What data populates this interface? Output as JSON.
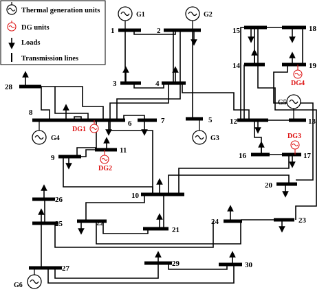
{
  "legend": {
    "thermal": "Thermal generation units",
    "dg": "DG units",
    "loads": "Loads",
    "lines": "Transmission lines"
  },
  "buses": {
    "b1": "1",
    "b2": "2",
    "b3": "3",
    "b4": "4",
    "b5": "5",
    "b6": "6",
    "b7": "7",
    "b8": "8",
    "b9": "9",
    "b10": "10",
    "b11": "11",
    "b12": "12",
    "b13": "13",
    "b14": "14",
    "b15": "15",
    "b16": "16",
    "b17": "17",
    "b18": "18",
    "b19": "19",
    "b20": "20",
    "b21": "21",
    "b22": "22",
    "b23": "23",
    "b24": "24",
    "b25": "25",
    "b26": "26",
    "b27": "27",
    "b28": "28",
    "b29": "29",
    "b30": "30"
  },
  "generators": {
    "g1": "G1",
    "g2": "G2",
    "g3": "G3",
    "g4": "G4",
    "g5": "G5",
    "g6": "G6"
  },
  "dg_units": {
    "dg1": "DG1",
    "dg2": "DG2",
    "dg3": "DG3",
    "dg4": "DG4"
  },
  "colors": {
    "dg": "#d11111",
    "lines": "#000000"
  }
}
